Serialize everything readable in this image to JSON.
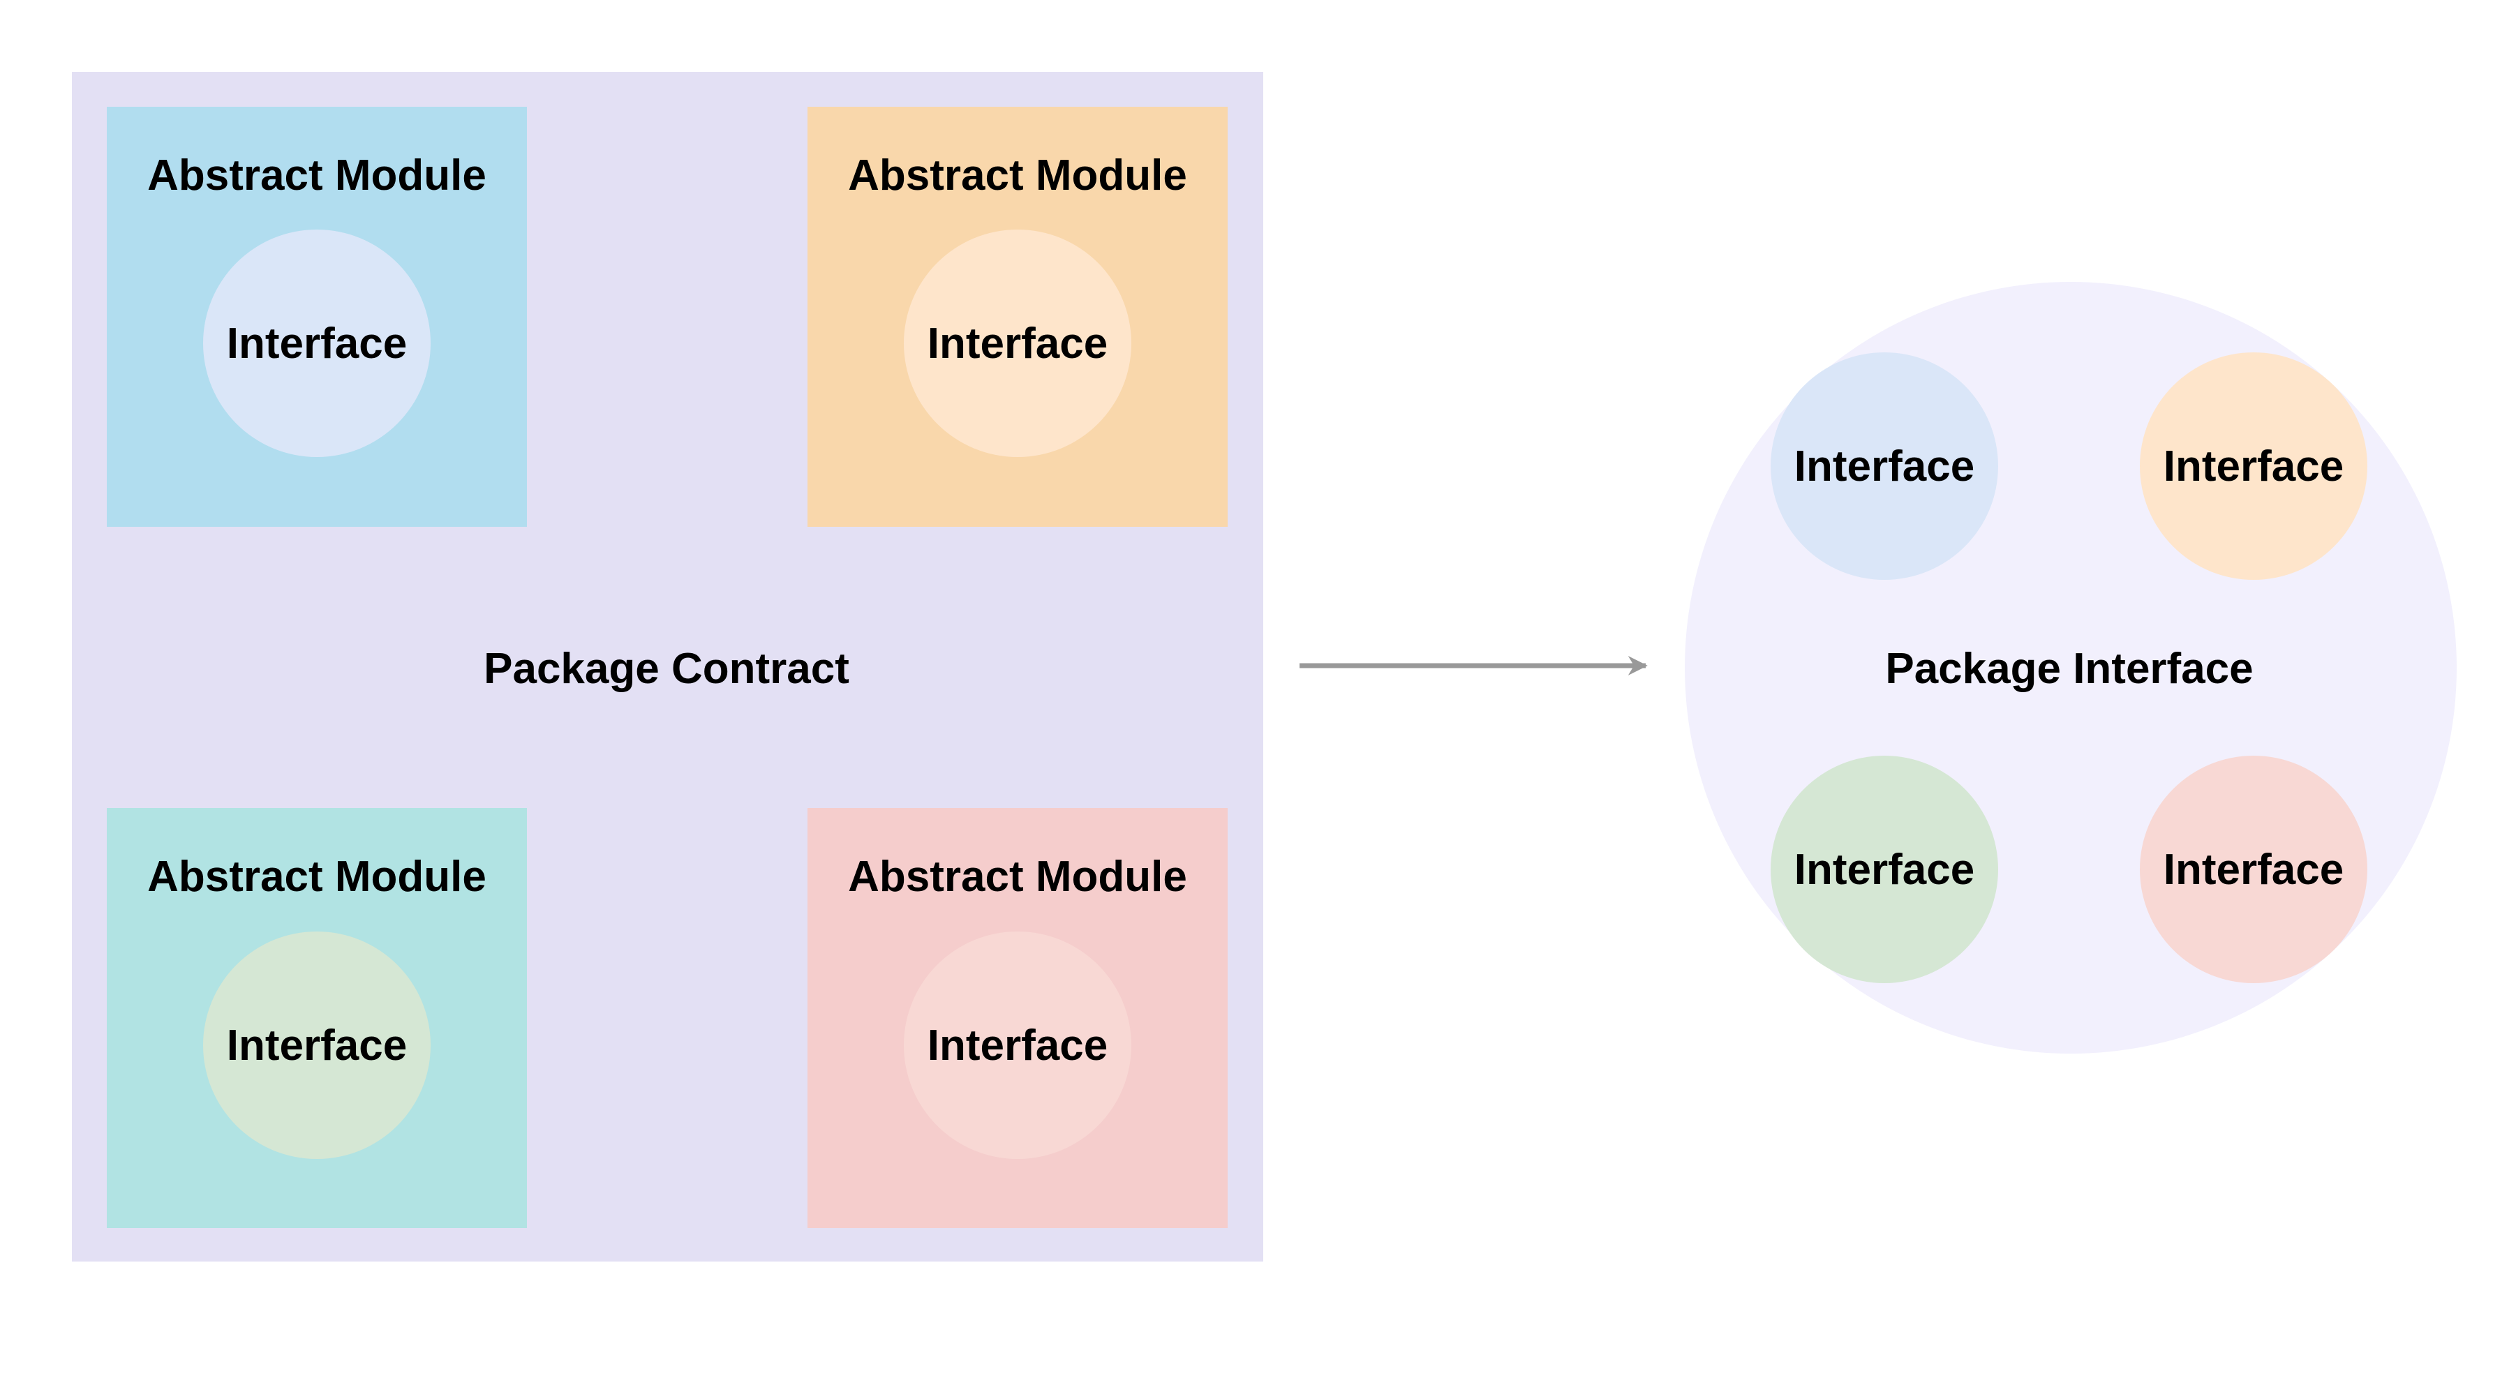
{
  "contract": {
    "label": "Package Contract",
    "color": "#e3e0f4",
    "modules": [
      {
        "title": "Abstract Module",
        "interface_label": "Interface",
        "box_color": "#b1ddef",
        "circle_color": "#dae6f8"
      },
      {
        "title": "Abstract Module",
        "interface_label": "Interface",
        "box_color": "#f9d7ab",
        "circle_color": "#fee5cb"
      },
      {
        "title": "Abstract Module",
        "interface_label": "Interface",
        "box_color": "#b1e3e3",
        "circle_color": "#d5e7d4"
      },
      {
        "title": "Abstract Module",
        "interface_label": "Interface",
        "box_color": "#f5cdcc",
        "circle_color": "#f8d8d4"
      }
    ]
  },
  "arrow": {
    "color": "#999999"
  },
  "package_interface": {
    "label": "Package Interface",
    "color": "#f2f0fd",
    "interfaces": [
      {
        "label": "Interface",
        "color": "#dae6f8"
      },
      {
        "label": "Interface",
        "color": "#fee5cb"
      },
      {
        "label": "Interface",
        "color": "#d5e7d4"
      },
      {
        "label": "Interface",
        "color": "#f8d8d4"
      }
    ]
  }
}
